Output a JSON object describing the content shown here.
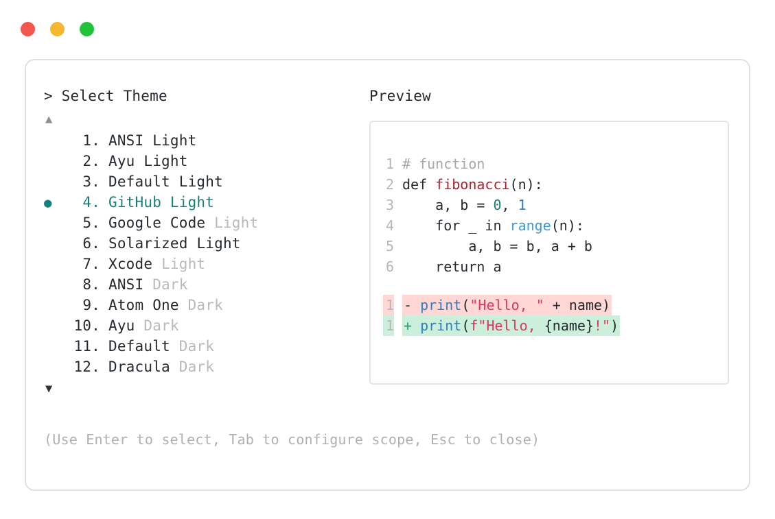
{
  "window": {
    "traffic_lights": [
      {
        "name": "close-button",
        "color": "#f2564f"
      },
      {
        "name": "minimize-button",
        "color": "#f5b82e"
      },
      {
        "name": "maximize-button",
        "color": "#23c23c"
      }
    ]
  },
  "selector": {
    "prompt": "> Select Theme",
    "scroll_up_icon": "▲",
    "scroll_down_icon": "▼",
    "selected_index": 4,
    "bullet_glyph": "●",
    "accent_color": "#16807c",
    "items": [
      {
        "number": "1.",
        "name": "ANSI",
        "suffix": "Light",
        "suffix_dim": false,
        "selected": false
      },
      {
        "number": "2.",
        "name": "Ayu",
        "suffix": "Light",
        "suffix_dim": false,
        "selected": false
      },
      {
        "number": "3.",
        "name": "Default",
        "suffix": "Light",
        "suffix_dim": false,
        "selected": false
      },
      {
        "number": "4.",
        "name": "GitHub",
        "suffix": "Light",
        "suffix_dim": false,
        "selected": true
      },
      {
        "number": "5.",
        "name": "Google Code",
        "suffix": "Light",
        "suffix_dim": true,
        "selected": false
      },
      {
        "number": "6.",
        "name": "Solarized",
        "suffix": "Light",
        "suffix_dim": false,
        "selected": false
      },
      {
        "number": "7.",
        "name": "Xcode",
        "suffix": "Light",
        "suffix_dim": true,
        "selected": false
      },
      {
        "number": "8.",
        "name": "ANSI",
        "suffix": "Dark",
        "suffix_dim": true,
        "selected": false
      },
      {
        "number": "9.",
        "name": "Atom One",
        "suffix": "Dark",
        "suffix_dim": true,
        "selected": false
      },
      {
        "number": "10.",
        "name": "Ayu",
        "suffix": "Dark",
        "suffix_dim": true,
        "selected": false
      },
      {
        "number": "11.",
        "name": "Default",
        "suffix": "Dark",
        "suffix_dim": true,
        "selected": false
      },
      {
        "number": "12.",
        "name": "Dracula",
        "suffix": "Dark",
        "suffix_dim": true,
        "selected": false
      }
    ],
    "hint": "(Use Enter to select, Tab to configure scope, Esc to close)"
  },
  "preview": {
    "title": "Preview",
    "code": [
      {
        "ln": "1",
        "tokens": [
          {
            "t": "# function",
            "c": "tok-comment"
          }
        ]
      },
      {
        "ln": "2",
        "tokens": [
          {
            "t": "def ",
            "c": "tok-keyword"
          },
          {
            "t": "fibonacci",
            "c": "tok-func"
          },
          {
            "t": "(n):",
            "c": "tok-plain"
          }
        ]
      },
      {
        "ln": "3",
        "tokens": [
          {
            "t": "    a, b = ",
            "c": "tok-plain"
          },
          {
            "t": "0",
            "c": "tok-number"
          },
          {
            "t": ", ",
            "c": "tok-plain"
          },
          {
            "t": "1",
            "c": "tok-number2"
          }
        ]
      },
      {
        "ln": "4",
        "tokens": [
          {
            "t": "    for _ in ",
            "c": "tok-plain"
          },
          {
            "t": "range",
            "c": "tok-builtin"
          },
          {
            "t": "(n):",
            "c": "tok-plain"
          }
        ]
      },
      {
        "ln": "5",
        "tokens": [
          {
            "t": "        a, b = b, a + b",
            "c": "tok-plain"
          }
        ]
      },
      {
        "ln": "6",
        "tokens": [
          {
            "t": "    return a",
            "c": "tok-plain"
          }
        ]
      }
    ],
    "diff": [
      {
        "ln": "1",
        "kind": "del",
        "sign": "- ",
        "tokens": [
          {
            "t": "print",
            "c": "tok-print"
          },
          {
            "t": "(",
            "c": "tok-plain"
          },
          {
            "t": "\"Hello, \"",
            "c": "tok-string"
          },
          {
            "t": " + name)",
            "c": "tok-plain"
          }
        ]
      },
      {
        "ln": "1",
        "kind": "add",
        "sign": "+ ",
        "tokens": [
          {
            "t": "print",
            "c": "tok-print"
          },
          {
            "t": "(",
            "c": "tok-plain"
          },
          {
            "t": "f\"Hello, ",
            "c": "tok-string"
          },
          {
            "t": "{name}",
            "c": "tok-plain"
          },
          {
            "t": "!\"",
            "c": "tok-string"
          },
          {
            "t": ")",
            "c": "tok-plain"
          }
        ]
      }
    ],
    "diff_del_bg": "#ffd7d5",
    "diff_add_bg": "#ccefdc"
  }
}
